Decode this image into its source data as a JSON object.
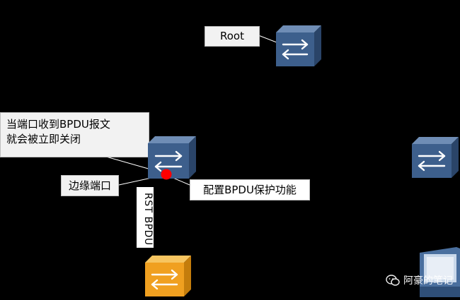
{
  "labels": {
    "root": "Root",
    "shutdown_note_line1": "当端口收到BPDU报文",
    "shutdown_note_line2": "就会被立即关闭",
    "edge_port": "边缘端口",
    "bpdu_protection": "配置BPDU保护功能",
    "rst_bpdu": "RST BPDU"
  },
  "watermark": {
    "text": "阿豪的笔记",
    "icon": "wechat-icon"
  },
  "colors": {
    "background": "#000000",
    "switch_blue": "#3d5f8c",
    "switch_orange": "#f0a020",
    "alert_dot": "#ff0000",
    "callout_bg": "#f2f2f2"
  },
  "icons": [
    "switch-icon",
    "pc-icon",
    "red-dot-icon"
  ]
}
